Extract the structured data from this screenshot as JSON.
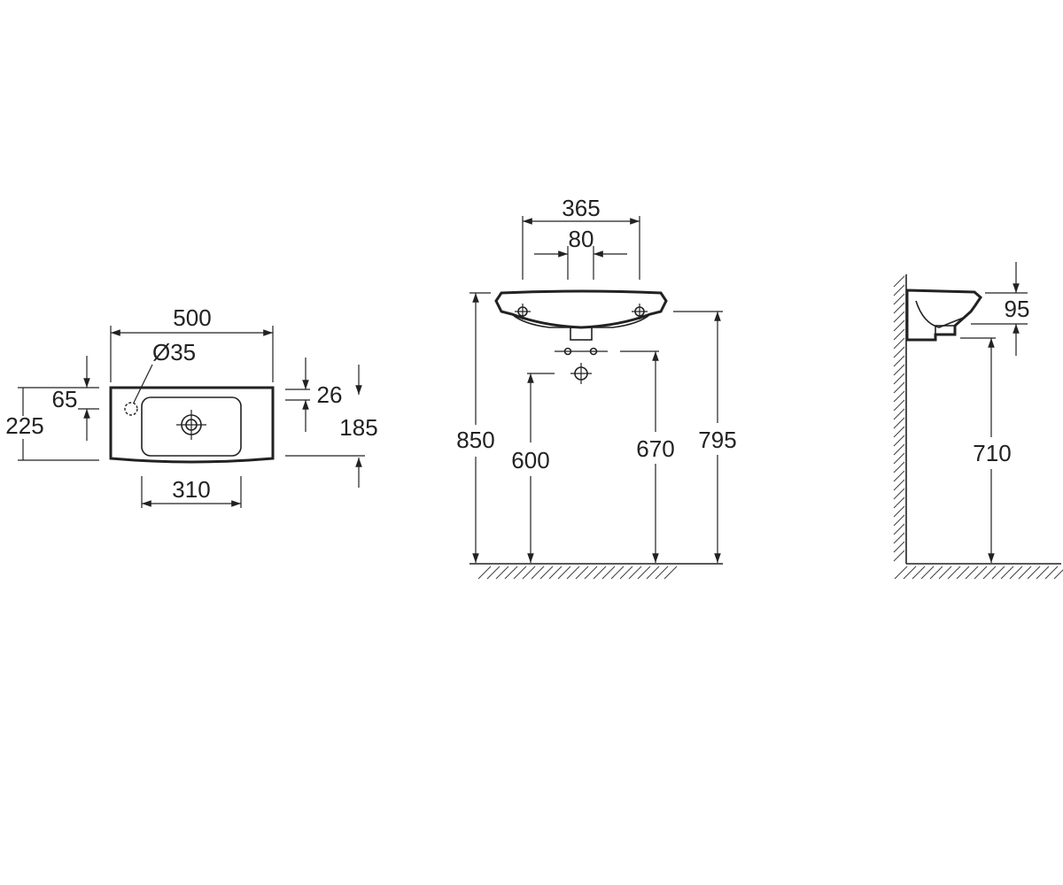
{
  "views": {
    "top": {
      "width": "500",
      "depth": "225",
      "tap_hole_offset": "65",
      "tap_hole_diameter": "Ø35",
      "bowl_width": "310",
      "rim_thickness": "26",
      "bowl_depth": "185"
    },
    "front": {
      "bracket_span": "365",
      "bracket_gap": "80",
      "rim_height": "850",
      "waste_height_low": "600",
      "waste_height_high": "670",
      "underside_height": "795"
    },
    "side": {
      "bowl_height": "95",
      "clearance_height": "710"
    }
  }
}
